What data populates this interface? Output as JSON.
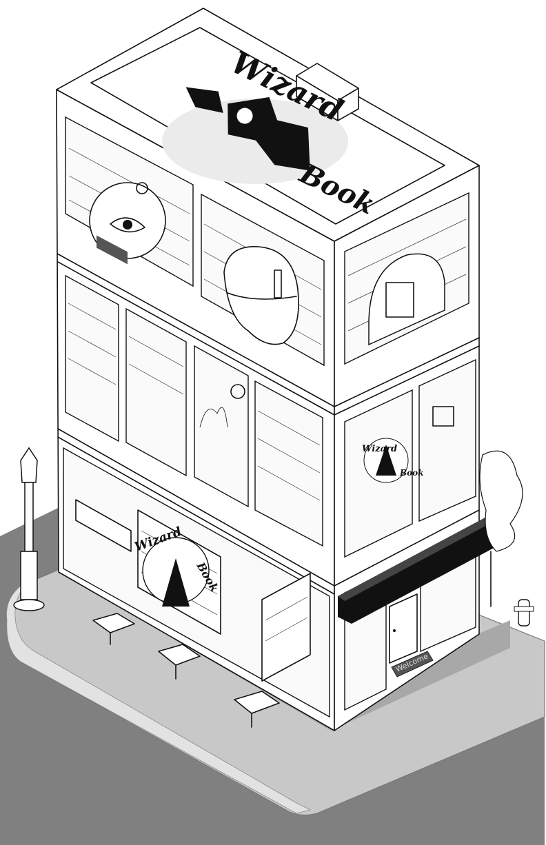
{
  "logo": {
    "word1": "Wizard",
    "word2": "Book"
  },
  "doormat": {
    "text": "Welcome"
  },
  "colors": {
    "street": "#808080",
    "sidewalk": "#c8c8c8",
    "awning": "#111111",
    "ink": "#111111"
  }
}
